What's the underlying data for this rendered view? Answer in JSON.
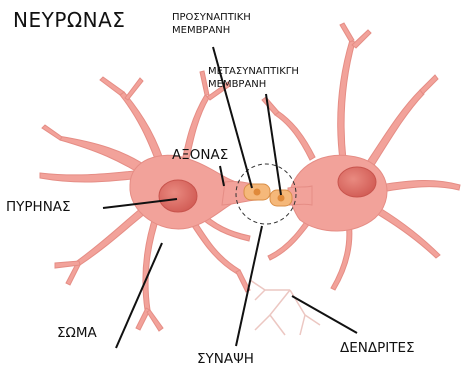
{
  "labels": {
    "title": "ΝΕΥΡΩΝΑΣ",
    "presynaptic_line1": "ΠΡΟΣΥΝΑΠΤΙΚΗ",
    "presynaptic_line2": "ΜΕΜΒΡΑΝΗ",
    "postsynaptic_line1": "ΜΕΤΑΣΥΝΑΠΤΙΚΓΗ",
    "postsynaptic_line2": "ΜΕΜΒΡΑΝΗ",
    "axon": "ΑΞΟΝΑΣ",
    "nucleus": "ΠΥΡΗΝΑΣ",
    "soma": "ΣΩΜΑ",
    "synapse": "ΣΥΝΑΨΗ",
    "dendrites": "ΔΕΝΔΡΙΤΕΣ"
  },
  "colors": {
    "neuron_body": "#f2a29a",
    "neuron_nucleus": "#d9675f",
    "nucleus_highlight": "#e98a80",
    "synaptic_bulb": "#f5b87a",
    "vesicle": "#e08a3a",
    "dendrite_faint": "#ecc7c2",
    "pointer_line": "#111111",
    "text": "#111111"
  }
}
